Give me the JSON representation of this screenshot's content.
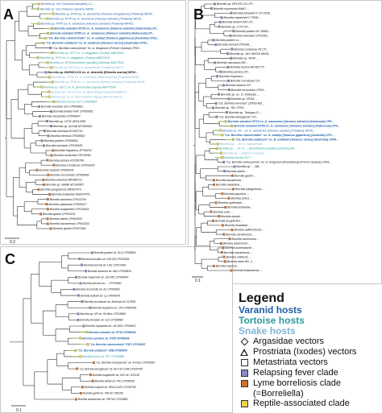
{
  "colors": {
    "varanid": "#1f5fa8",
    "tortoise": "#2a9a9c",
    "snake": "#7fb3d5",
    "reptile_clade": "#e8d44a",
    "relapsing": "#8a8ac8",
    "lyme": "#d4722a",
    "metastriata": "#ffffff",
    "branch": "#222222",
    "green_branch": "#7cae3a"
  },
  "panels": {
    "A": {
      "letter": "A",
      "scale": "0.2",
      "leaves": [
        {
          "label": "Borrelia sp. Ve1 (Varanus panoptes) LC...",
          "color": "varanid"
        },
        {
          "label": "Borrelia sp. Ve2 (Varanus salvator) MK45...",
          "color": "varanid"
        },
        {
          "label": "Borrelia sp. RT49 sa. A. varanense [Varanus bengalensis] (Thailand) MK45...",
          "color": "varanid"
        },
        {
          "label": "Borrelia sp. RT70 sa. A. varanense [Varanus salvator] (Thailand) MK45...",
          "color": "varanid"
        },
        {
          "label": "Borrelia sp. RT45 sa. A. varanense [Varanus salvator] (Thailand) MK452...",
          "color": "varanid"
        },
        {
          "label": "Borrelia salvatori RT15 ex. A. varanense [Varanus salvator] (Indonesia) CP...",
          "color": "varanid",
          "bold": true
        },
        {
          "label": "Borrelia salvatori RT55 ex. A. varanense [Varanus salvator] (Indonesia) CP...",
          "color": "varanid",
          "bold": true
        },
        {
          "label": "\"Ca. Borrelia rubricentralis\" ex. A. calabyi [Varanus giganteus] (Australia) CP12...",
          "color": "varanid",
          "bold": true
        },
        {
          "label": "\"Ca. Borrelia undatumi\" ex. B. undatum [Varanus varius] (Australia) CP00...",
          "color": "varanid",
          "bold": true
        },
        {
          "label": "\"Ca. Borrelia mahuryensis\" ex. A. tengonum (French Guiana) CP00...",
          "color": "black"
        },
        {
          "label": "Borrelia sp. IST7 ex. H. aegyptium (Turkey) AB529423",
          "color": "tortoise"
        },
        {
          "label": "Borrelia sp. IST1 ex. H. aegyptium (Turkey) AB529424",
          "color": "tortoise"
        },
        {
          "label": "Borrelia sp. 5P [Geochelone pardalis] (Zambia) AB473521",
          "color": "tortoise"
        },
        {
          "label": "Borrelia sp. 5K73 ex. A. transversale (Thailand) AB473...",
          "color": "snake"
        },
        {
          "label": "Borrelia sp. BGR6KLV12 ex. A. dissimile [Rhinella marina] MF22...",
          "color": "black",
          "bold": true
        },
        {
          "label": "Borrelia sp. RT68 ex. A. varanense [Naja kaouthia] (Thailand) MK45...",
          "color": "snake"
        },
        {
          "label": "Borrelia sp. RT80 ex. A. varanense [Python molurus] (Thailand) MK45...",
          "color": "snake"
        },
        {
          "label": "Borrelia sp. KEC1 ex. A. geoemydae (Japan) AB473534",
          "color": "tortoise"
        },
        {
          "label": "Borrelia sp. UR-F1/3 ex. A. latum [Boiga kraepelini] AB473...",
          "color": "snake"
        },
        {
          "label": "Borrelia sp. ex. A. latum [Python regius] (Benin) AB473...",
          "color": "snake"
        },
        {
          "label": "Borrelia turcica IST7 CP028884",
          "color": "tortoise"
        },
        {
          "label": "Borrelia lonestari SJ1 CP005851",
          "color": "black"
        },
        {
          "label": "Borrelia theileri KAT CP005851",
          "color": "black"
        },
        {
          "label": "Borrelia miyamotoi CP006647",
          "color": "black"
        },
        {
          "label": "Borrelia sp. HT31 AP013381",
          "color": "black"
        },
        {
          "label": "Borrelia sp. ACHAI MT183993",
          "color": "black"
        },
        {
          "label": "Borrelia lonestari AY166715",
          "color": "black"
        },
        {
          "label": "Borrelia hermsii CP005682",
          "color": "black"
        },
        {
          "label": "Borrelia parkeri CP005851",
          "color": "black"
        },
        {
          "label": "Borrelia turicatae CP015629",
          "color": "black"
        },
        {
          "label": "Borrelia hispanica JF706231",
          "color": "black"
        },
        {
          "label": "Borrelia coriaceae CP075081",
          "color": "black"
        },
        {
          "label": "Borrelia persica KX259790",
          "color": "black"
        },
        {
          "label": "Borrelia crocidurae CP003426",
          "color": "black"
        },
        {
          "label": "Borrelia duttonii CP000976",
          "color": "black"
        },
        {
          "label": "Borrelia recurrentis CP000993",
          "color": "black"
        },
        {
          "label": "Borrelia anserina MK468712",
          "color": "black"
        },
        {
          "label": "Borrelia sp. tAMBI MT166957",
          "color": "black"
        },
        {
          "label": "Borrelia yangtzensis MK607473",
          "color": "black"
        },
        {
          "label": "Borrelia lusitaniae MG007479",
          "color": "black"
        },
        {
          "label": "Borrelia anserina CP013704",
          "color": "black"
        },
        {
          "label": "Borrelia valaisiana CP009117",
          "color": "black"
        },
        {
          "label": "Borrelia burgdorferi CP019916",
          "color": "black"
        },
        {
          "label": "Borrelia garinii CP003151",
          "color": "black"
        },
        {
          "label": "Borrelia afzelii CP002933",
          "color": "black"
        },
        {
          "label": "Borrelia bavariensis CP003202",
          "color": "black"
        },
        {
          "label": "Borrelia garinii CP007564",
          "color": "black"
        }
      ]
    },
    "B": {
      "letter": "B",
      "scale": "0.1",
      "leaves": [
        {
          "label": "Borrelia sp. NFL3/S L01 CP...",
          "color": "black"
        },
        {
          "label": "Borrelia miyamotoi NMA7 ...",
          "color": "black"
        },
        {
          "label": "Borrelia lonestari K CP 0158...",
          "color": "black"
        },
        {
          "label": "Borrelia miyamotoi C P036...",
          "color": "black"
        },
        {
          "label": "Borrelia theileri KAT CP...",
          "color": "black"
        },
        {
          "label": "Borrelia sp. LT70 CP...",
          "color": "black"
        },
        {
          "label": "Borrelia parkeri AY 35962...",
          "color": "black"
        },
        {
          "label": "Borrelia turicatae CP01562...",
          "color": "black"
        },
        {
          "label": "Borrelia parkeri LL...",
          "color": "black"
        },
        {
          "label": "Borrelia hermsii CP0148...",
          "color": "black"
        },
        {
          "label": "Borrelia coriaceae 45 CP...",
          "color": "black"
        },
        {
          "label": "Borrelia sp. Ve1 HKK19 MK36...",
          "color": "black"
        },
        {
          "label": "Borrelia sp. 4K43 ...",
          "color": "black"
        },
        {
          "label": "Borrelia caucasica NR...",
          "color": "black"
        },
        {
          "label": "Borrelia turcica MK361773",
          "color": "black"
        },
        {
          "label": "Borrelia persica CP...",
          "color": "black"
        },
        {
          "label": "Borrelia hispanica ...",
          "color": "black"
        },
        {
          "label": "Borrelia crocidurae CP...",
          "color": "black"
        },
        {
          "label": "Borrelia duttonii CP...",
          "color": "black"
        },
        {
          "label": "Borrelia recurrentis CP00...",
          "color": "black"
        },
        {
          "label": "Borrelia sp. ex. O. tholozani ...",
          "color": "black"
        },
        {
          "label": "Borrelia sp. CR2A ...",
          "color": "black"
        },
        {
          "label": "\"Ca. Borrelia ivorensis\" (2009) MZ...",
          "color": "black"
        },
        {
          "label": "Borrelia sp. TA1 CP02...",
          "color": "black"
        },
        {
          "label": "Borrelia sp. Tortugas D ...",
          "color": "black"
        },
        {
          "label": "\"Ca. Borrelia tachyglossi\" CP...",
          "color": "black"
        },
        {
          "label": "Borrelia salvatori RT15 ex. A. varanense [Varanus salvator] (Indonesia) CP0...",
          "color": "varanid",
          "bold": true
        },
        {
          "label": "Borrelia salvatori RT55 ex. A. varanense [Varanus salvator] (Indonesia) CP0...",
          "color": "varanid",
          "bold": true
        },
        {
          "label": "Borrelia sp. RT... ex. A. varanense [Varanus salvator] (Thailand) MK45...",
          "color": "varanid"
        },
        {
          "label": "\"Ca. Borrelia rubricentralis\" ex. A. calabyi [Varanus giganteus] (Australia) CP1...",
          "color": "varanid",
          "bold": true
        },
        {
          "label": "\"Ca. Borrelia undatumi\" ex. B. undatum [Varanus varius] (Australia) CP00...",
          "color": "varanid",
          "bold": true
        },
        {
          "label": "Borrelia sp. ... ex. A. transversale ...",
          "color": "snake"
        },
        {
          "label": "Borrelia sp. ... ex. A. ... [Geochelone pardalis] (Zambia) AB...",
          "color": "tortoise"
        },
        {
          "label": "Borrelia sp. ... [Python molurus] ...",
          "color": "snake"
        },
        {
          "label": "Borrelia turcica IST7 ...",
          "color": "tortoise"
        },
        {
          "label": "\"Ca. Borrelia mahuryensis\" ex. A. tengonum [Pseudoboa] (French Guiana) CP04...",
          "color": "black"
        },
        {
          "label": "Borrelia sp. ... AB...",
          "color": "black"
        },
        {
          "label": "Borrelia afzelii ...",
          "color": "black"
        },
        {
          "label": "Borrelia garinii ...",
          "color": "black"
        },
        {
          "label": "Borrelia bavariensis ...",
          "color": "black"
        },
        {
          "label": "Borrelia valaisiana ...",
          "color": "black"
        },
        {
          "label": "Borrelia yangtzensis ...",
          "color": "black"
        },
        {
          "label": "Borrelia japonica ...",
          "color": "black"
        },
        {
          "label": "Borrelia sinica ...",
          "color": "black"
        },
        {
          "label": "Borrelia spielmanii ...",
          "color": "black"
        },
        {
          "label": "Borrelia lusitaniae ...",
          "color": "black"
        },
        {
          "label": "Borrelia turdi ...",
          "color": "black"
        },
        {
          "label": "Borrelia tanukii ...",
          "color": "black"
        },
        {
          "label": "Borrelia burgdorferi ...",
          "color": "black"
        },
        {
          "label": "Borrelia bissettiae ...",
          "color": "black"
        },
        {
          "label": "Borrelia californiensis ...",
          "color": "black"
        },
        {
          "label": "Borrelia carolinensis ...",
          "color": "black"
        },
        {
          "label": "Borrelia americana ...",
          "color": "black"
        },
        {
          "label": "Borrelia andersonii ...",
          "color": "black"
        },
        {
          "label": "Borrelia kurtenbachii ...",
          "color": "black"
        },
        {
          "label": "Borrelia bavariensis ...",
          "color": "black"
        },
        {
          "label": "Borrelia chilensis ...",
          "color": "black"
        },
        {
          "label": "Borrelia lanei NR_1...",
          "color": "black"
        },
        {
          "label": "Borrelia mayonii ...",
          "color": "black"
        },
        {
          "label": "Borrelia finlandensis ...",
          "color": "black"
        }
      ]
    },
    "C": {
      "letter": "C",
      "scale": "0.1",
      "leaves": [
        {
          "label": "Borrelia parkeri str. SLO CP005851",
          "color": "black"
        },
        {
          "label": "Borrelia turicatae str. 91E135 CP015629",
          "color": "black"
        },
        {
          "label": "Borrelia hermsii str. HS1 CP014349",
          "color": "black"
        },
        {
          "label": "Borrelia anserina str. BA2 CP005829",
          "color": "black"
        },
        {
          "label": "Borrelia miyamotoi str. LB-2001 CP006647",
          "color": "black"
        },
        {
          "label": "Borrelia persica str. ... CP075081",
          "color": "black"
        },
        {
          "label": "Borrelia recurrentis str. A1 CP000993",
          "color": "black"
        },
        {
          "label": "Borrelia duttonii str. Ly CP000976",
          "color": "black"
        },
        {
          "label": "Borrelia crocidurae str. Achema NC 017808",
          "color": "black"
        },
        {
          "label": "Borrelia hispanica str. CRI CP082009",
          "color": "black"
        },
        {
          "label": "Borrelia sp. HR str. 86 Mlus CP028884",
          "color": "black"
        },
        {
          "label": "Borrelia lonestari str. SJ1 CP028884",
          "color": "black"
        },
        {
          "label": "Borrelia miyamotoi str. LB-2001 CP006647",
          "color": "black"
        },
        {
          "label": "Borrelia salvatori str. RT15 CP098943",
          "color": "varanid",
          "bold": true
        },
        {
          "label": "Borrelia salvatori str. RT55 CP098936",
          "color": "varanid",
          "bold": true
        },
        {
          "label": "\"Ca. Borrelia rubricentralis\" P3F1 CP128407",
          "color": "varanid",
          "bold": true
        },
        {
          "label": "\"Ca. Borrelia undatumi\" G5B CP086054",
          "color": "varanid",
          "bold": true
        },
        {
          "label": "Borrelia turcica str. IST7 CP028884",
          "color": "tortoise"
        },
        {
          "label": "\"Ca. Borrelia mahuryensis\" str. A-FGy1 CP063063",
          "color": "black"
        },
        {
          "label": "\"Ca. Borrelia tachyglossi\" str. Bc-F10-1268 CP025785",
          "color": "black"
        },
        {
          "label": "Borrelia burgdorferi str. B31 NC 001318",
          "color": "black"
        },
        {
          "label": "Borrelia afzelii str. Pko CP009058",
          "color": "black"
        },
        {
          "label": "Borrelia mayonii str. MN14-1420 CP015780",
          "color": "black"
        },
        {
          "label": "Borrelia garinii str. PBi NC 006156",
          "color": "black"
        },
        {
          "label": "Borrelia bavariensis str. PBi NZ CP028861",
          "color": "black"
        }
      ]
    }
  },
  "legend": {
    "title": "Legend",
    "host_varanid": "Varanid hosts",
    "host_tortoise": "Tortoise hosts",
    "host_snake": "Snake hosts",
    "argasidae": "Argasidae vectors",
    "prostriata": "Prostriata (Ixodes) vectors",
    "metastriata": "Metastriata vectors",
    "relapsing": "Relapsing fever clade",
    "lyme": "Lyme borreliosis clade",
    "lyme_sub": "(=Borreliella)",
    "reptile": "Reptile-associated clade"
  }
}
